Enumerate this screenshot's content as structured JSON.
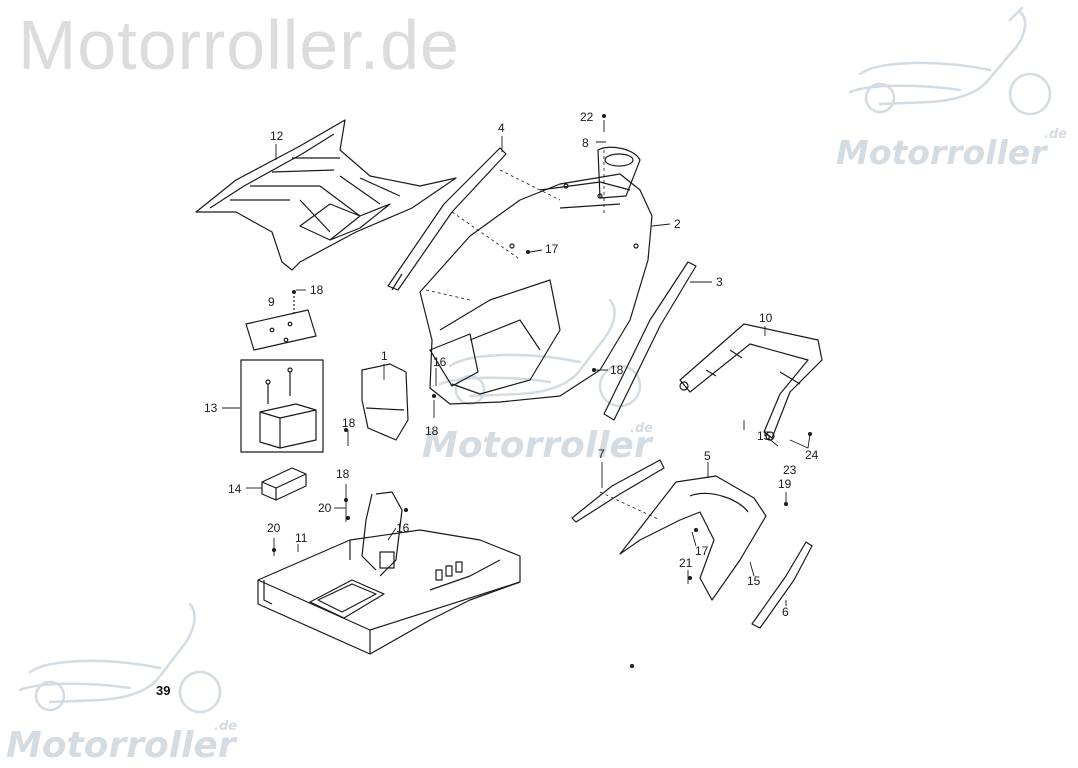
{
  "watermark": {
    "main_text": "Motorroller.de",
    "logo_text": "Motorroller",
    "logo_suffix": ".de"
  },
  "page_number": "39",
  "callouts": {
    "c1": "1",
    "c2": "2",
    "c3": "3",
    "c4": "4",
    "c5": "5",
    "c6": "6",
    "c7": "7",
    "c8": "8",
    "c9": "9",
    "c10": "10",
    "c11": "11",
    "c12": "12",
    "c13": "13",
    "c14": "14",
    "c15a": "15",
    "c15b": "15",
    "c16a": "16",
    "c16b": "16",
    "c17a": "17",
    "c17b": "17",
    "c18a": "18",
    "c18b": "18",
    "c18c": "18",
    "c18d": "18",
    "c18e": "18",
    "c19": "19",
    "c20a": "20",
    "c20b": "20",
    "c21": "21",
    "c22": "22",
    "c23": "23",
    "c24": "24"
  },
  "colors": {
    "line": "#1a1a1a",
    "watermark": "#d3dbe3"
  }
}
